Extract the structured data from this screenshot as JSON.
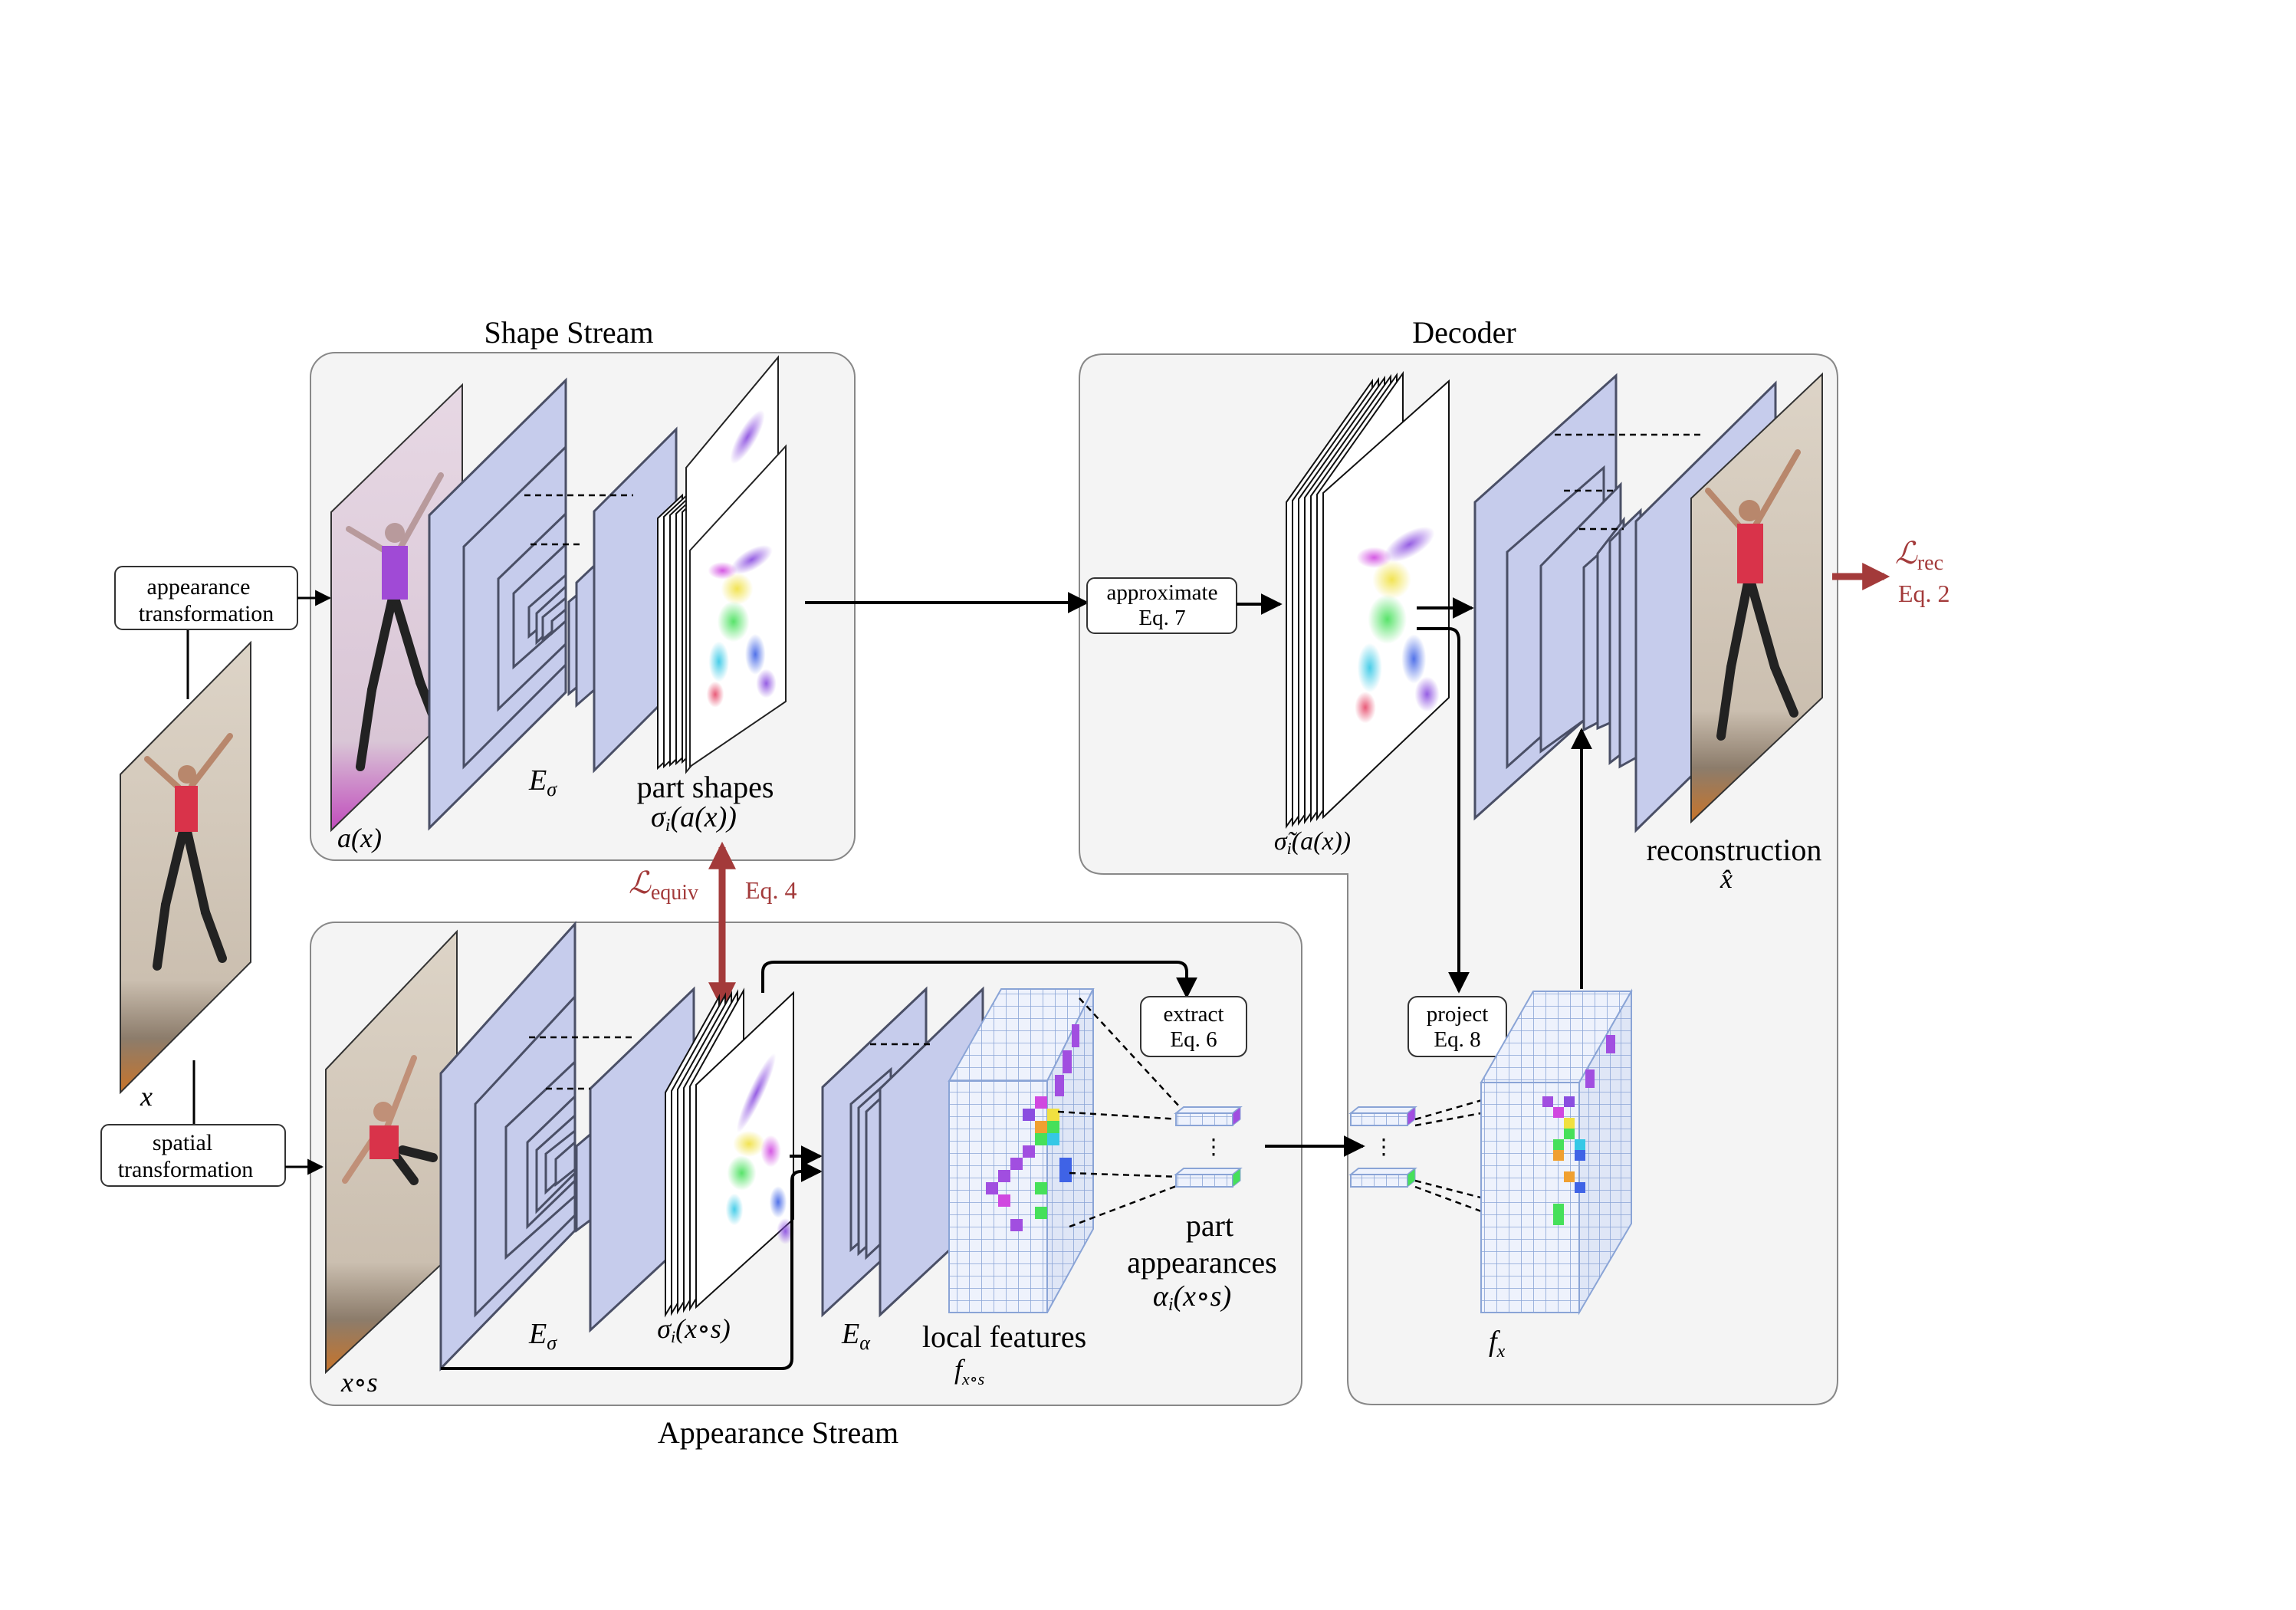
{
  "titles": {
    "shape_stream": "Shape Stream",
    "decoder": "Decoder",
    "appearance_stream": "Appearance Stream"
  },
  "boxes": {
    "appearance_transformation": [
      "appearance",
      "transformation"
    ],
    "spatial_transformation": [
      "spatial",
      "transformation"
    ],
    "approximate": [
      "approximate",
      "Eq. 7"
    ],
    "extract": [
      "extract",
      "Eq. 6"
    ],
    "project": [
      "project",
      "Eq. 8"
    ]
  },
  "labels": {
    "x": "x",
    "a_x": "a(x)",
    "e_sigma_top": "E",
    "e_sigma_top_sub": "σ",
    "part_shapes": "part shapes",
    "sigma_a_x": "σ",
    "sigma_a_x_rest": "(a(x))",
    "sigma_tilde": "σ̃",
    "sigma_tilde_rest": "(a(x))",
    "reconstruction": "reconstruction",
    "x_hat": "x̂",
    "x_o_s": "x∘s",
    "e_sigma_bottom": "E",
    "e_sigma_bottom_sub": "σ",
    "sigma_xos": "σ",
    "sigma_xos_rest": "(x∘s)",
    "e_alpha": "E",
    "e_alpha_sub": "α",
    "local_features": "local features",
    "f_xos": "f",
    "f_xos_sub": "x∘s",
    "part": "part",
    "appearances": "appearances",
    "alpha_xos": "α",
    "alpha_xos_rest": "(x∘s)",
    "f_x": "f",
    "f_x_sub": "x",
    "index_i": "i"
  },
  "losses": {
    "equiv": "ℒ",
    "equiv_sub": "equiv",
    "equiv_eq": "Eq. 4",
    "rec": "ℒ",
    "rec_sub": "rec",
    "rec_eq": "Eq. 2"
  },
  "colors": {
    "panel_fill": "#f4f4f4",
    "panel_stroke": "#888888",
    "layer_fill": "#c6ccec",
    "layer_stroke": "#4a4f66",
    "grid_fill": "#e6ecfa",
    "grid_stroke": "#8aa4d6",
    "loss_red": "#a33a3a",
    "arrow": "#000000"
  }
}
